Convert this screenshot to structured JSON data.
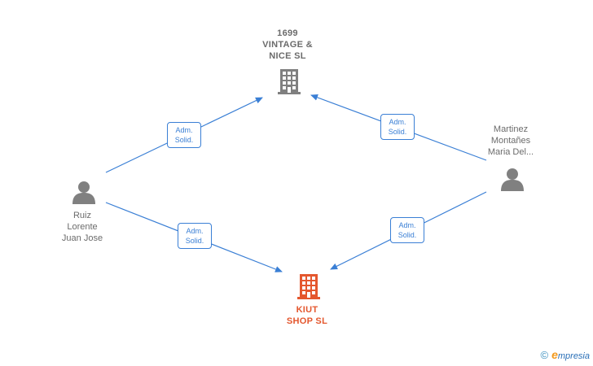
{
  "nodes": {
    "company_top": {
      "lines": [
        "1699",
        "VINTAGE &",
        "NICE  SL"
      ],
      "color": "#808080"
    },
    "company_main": {
      "lines": [
        "KIUT",
        "SHOP  SL"
      ],
      "color": "#e4572e"
    },
    "person_left": {
      "lines": [
        "Ruiz",
        "Lorente",
        "Juan Jose"
      ],
      "color": "#808080"
    },
    "person_right": {
      "lines": [
        "Martinez",
        "Montañes",
        "Maria Del..."
      ],
      "color": "#808080"
    }
  },
  "edges": [
    {
      "from": "person_left",
      "to": "company_top",
      "label": [
        "Adm.",
        "Solid."
      ]
    },
    {
      "from": "person_left",
      "to": "company_main",
      "label": [
        "Adm.",
        "Solid."
      ]
    },
    {
      "from": "person_right",
      "to": "company_top",
      "label": [
        "Adm.",
        "Solid."
      ]
    },
    {
      "from": "person_right",
      "to": "company_main",
      "label": [
        "Adm.",
        "Solid."
      ]
    }
  ],
  "colors": {
    "edge": "#3a7fd5",
    "accent": "#e4572e",
    "neutral": "#808080"
  },
  "footer": {
    "copyright_symbol": "©",
    "brand_initial": "e",
    "brand_rest": "mpresia"
  }
}
